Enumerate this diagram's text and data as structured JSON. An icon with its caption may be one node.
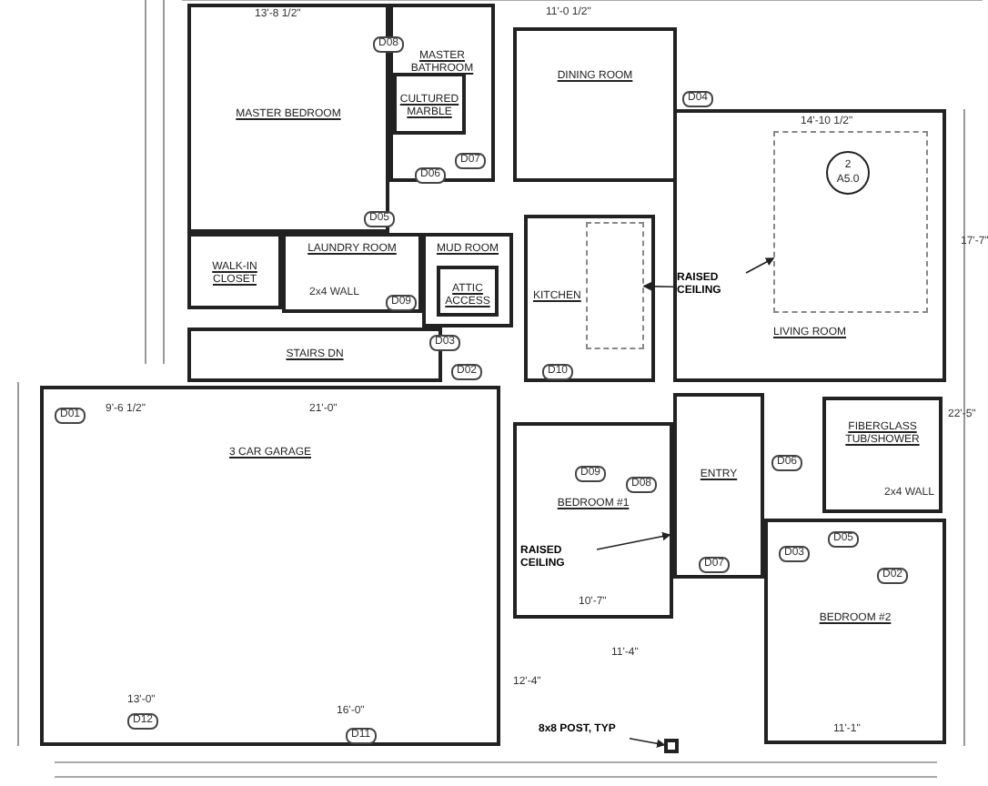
{
  "diagram": {
    "nodes": [
      {
        "text": [
          "MASTER BEDROOM"
        ]
      },
      {
        "text": [
          "MASTER BATHROOM"
        ]
      },
      {
        "text": [
          "CULTURED MARBLE"
        ],
        "in": 1
      },
      {
        "text": [
          "WALK-IN CLOSET"
        ]
      },
      {
        "text": [
          "LAUNDRY ROOM"
        ]
      },
      {
        "text": [
          "MUD ROOM"
        ]
      },
      {
        "text": [
          "ATTIC ACCESS"
        ],
        "in": 5
      },
      {
        "text": [
          "STAIRS DN"
        ]
      },
      {
        "text": [
          "DINING ROOM"
        ]
      },
      {
        "text": [
          "KITCHEN"
        ]
      },
      {
        "text": [],
        "shape": "box",
        "in": 9
      },
      {
        "text": [
          "LIVING ROOM"
        ]
      },
      {
        "text": [],
        "shape": "box",
        "in": 11
      },
      {
        "text": [
          "RAISED CEILING"
        ],
        "in": 11
      },
      {
        "text": [
          "3 CAR GARAGE"
        ]
      },
      {
        "text": [
          "BEDROOM #1"
        ]
      },
      {
        "text": [
          "RAISED CEILING"
        ],
        "in": 15
      },
      {
        "text": [
          "ENTRY"
        ]
      },
      {
        "text": [
          "FIBERGLASS TUB/SHOWER"
        ]
      },
      {
        "text": [
          "BEDROOM #2"
        ]
      },
      {
        "text": [
          "8x8 POST, TYP"
        ]
      },
      {
        "text": [],
        "shape": "box"
      },
      {
        "text": [
          "2",
          "A5.0"
        ],
        "in": 12
      }
    ],
    "edges": [
      {
        "from": 13,
        "to": 10,
        "arrow": "to"
      },
      {
        "from": 13,
        "to": 12,
        "arrow": "to"
      },
      {
        "from": 16,
        "to": 15,
        "arrow": "to"
      },
      {
        "from": 20,
        "to": 21,
        "arrow": "to"
      }
    ],
    "labels": [
      "D08",
      "D07",
      "D06",
      "D05",
      "D09",
      "D03",
      "D02",
      "D01",
      "D04",
      "D10",
      "D12",
      "D11",
      "D09",
      "D08",
      "D07",
      "D06",
      "D05",
      "D03",
      "D02",
      "13'-8 1/2\"",
      "11'-0 1/2\"",
      "14'-10 1/2\"",
      "17'-7\"",
      "22'-5\"",
      "21'-0\"",
      "9'-6 1/2\"",
      "13'-0\"",
      "16'-0\"",
      "10'-7\"",
      "11'-1\"",
      "12'-4\"",
      "11'-4\"",
      "2x4 WALL",
      "2x4 WALL"
    ]
  }
}
